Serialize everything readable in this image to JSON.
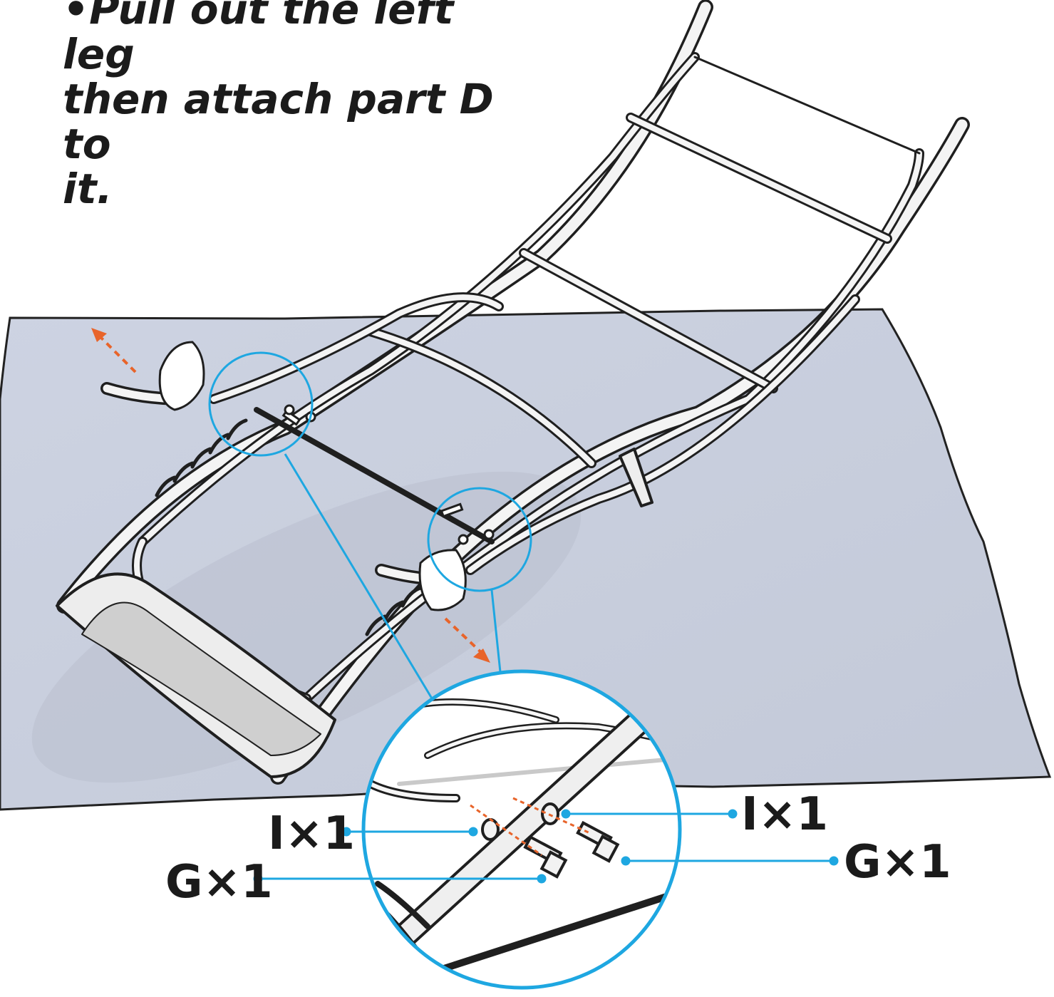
{
  "instruction": {
    "line1": "•Pull out the left leg",
    "line2": "then attach part D to",
    "line3": "it."
  },
  "callouts": {
    "i_left": "I×1",
    "g_left": "G×1",
    "i_right": "I×1",
    "g_right": "G×1"
  },
  "colors": {
    "ground": "#c9cfdd",
    "outline": "#1f1f1f",
    "callout_line": "#1ea7e1",
    "arrow": "#e8642a"
  }
}
